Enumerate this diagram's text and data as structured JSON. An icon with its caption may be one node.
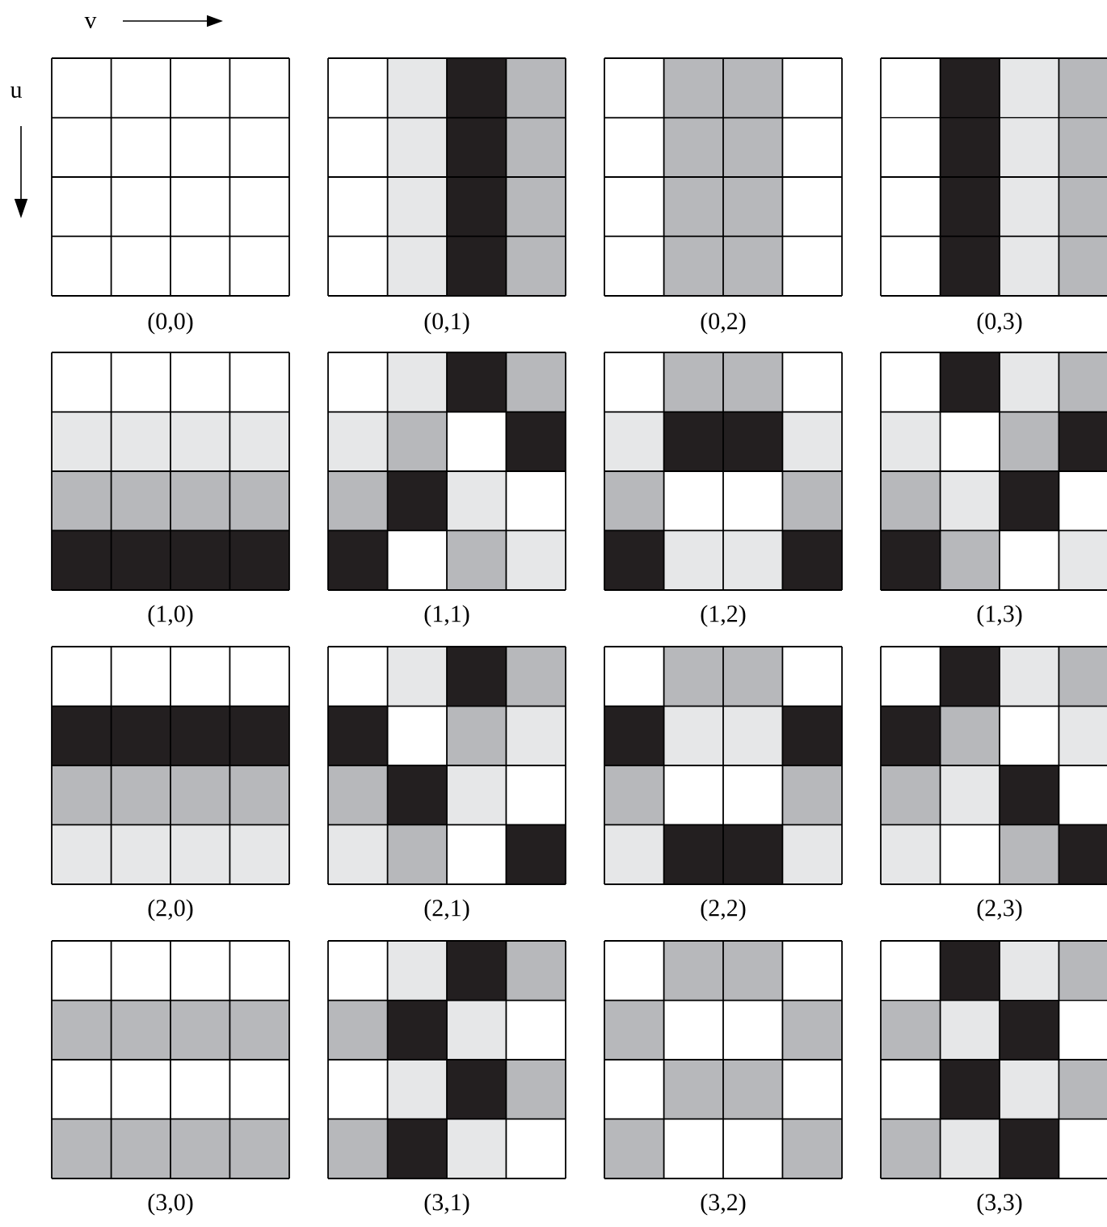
{
  "diagram": {
    "labels": [
      "v",
      "u",
      "(0,0)",
      "(0,1)",
      "(0,2)",
      "(0,3)",
      "(1,0)",
      "(1,1)",
      "(1,2)",
      "(1,3)",
      "(2,0)",
      "(2,1)",
      "(2,2)",
      "(2,3)",
      "(3,0)",
      "(3,1)",
      "(3,2)",
      "(3,3)"
    ]
  }
}
